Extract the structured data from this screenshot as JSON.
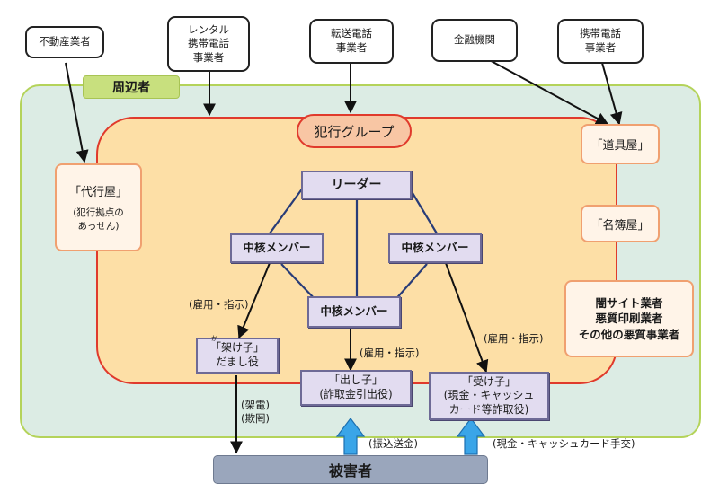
{
  "periphery": {
    "label": "周辺者"
  },
  "external": {
    "real_estate": "不動産業者",
    "rental_phone_lines": [
      "レンタル",
      "携帯電話",
      "事業者"
    ],
    "forward_phone_lines": [
      "転送電話",
      "事業者"
    ],
    "financial": "金融機関",
    "mobile_phone_lines": [
      "携帯電話",
      "事業者"
    ]
  },
  "group": {
    "label": "犯行グループ"
  },
  "roles": {
    "leader": "リーダー",
    "core_left": "中核メンバー",
    "core_right": "中核メンバー",
    "core_center": "中核メンバー",
    "kakeko_line1": "「架け子」",
    "kakeko_ruby": "か",
    "kakeko_line2": "だまし役",
    "dashiko_line1": "「出し子」",
    "dashiko_line2": "(詐取金引出役)",
    "ukeko_line1": "「受け子」",
    "ukeko_line2": "(現金・キャッシュ",
    "ukeko_line3": "カード等詐取役)"
  },
  "side": {
    "agent_title": "「代行屋」",
    "agent_note": [
      "(犯行拠点の",
      "あっせん)"
    ],
    "tools": "「道具屋」",
    "list": "「名簿屋」",
    "shady_lines": [
      "闇サイト業者",
      "悪質印刷業者",
      "その他の悪質事業者"
    ]
  },
  "labels": {
    "hire_left": "(雇用・指示)",
    "hire_center": "(雇用・指示)",
    "hire_right": "(雇用・指示)",
    "call_line1": "(架電)",
    "call_line2": "(欺罔)",
    "transfer": "(振込送金)",
    "handover": "(現金・キャッシュカード手交)"
  },
  "victim": {
    "label": "被害者"
  }
}
